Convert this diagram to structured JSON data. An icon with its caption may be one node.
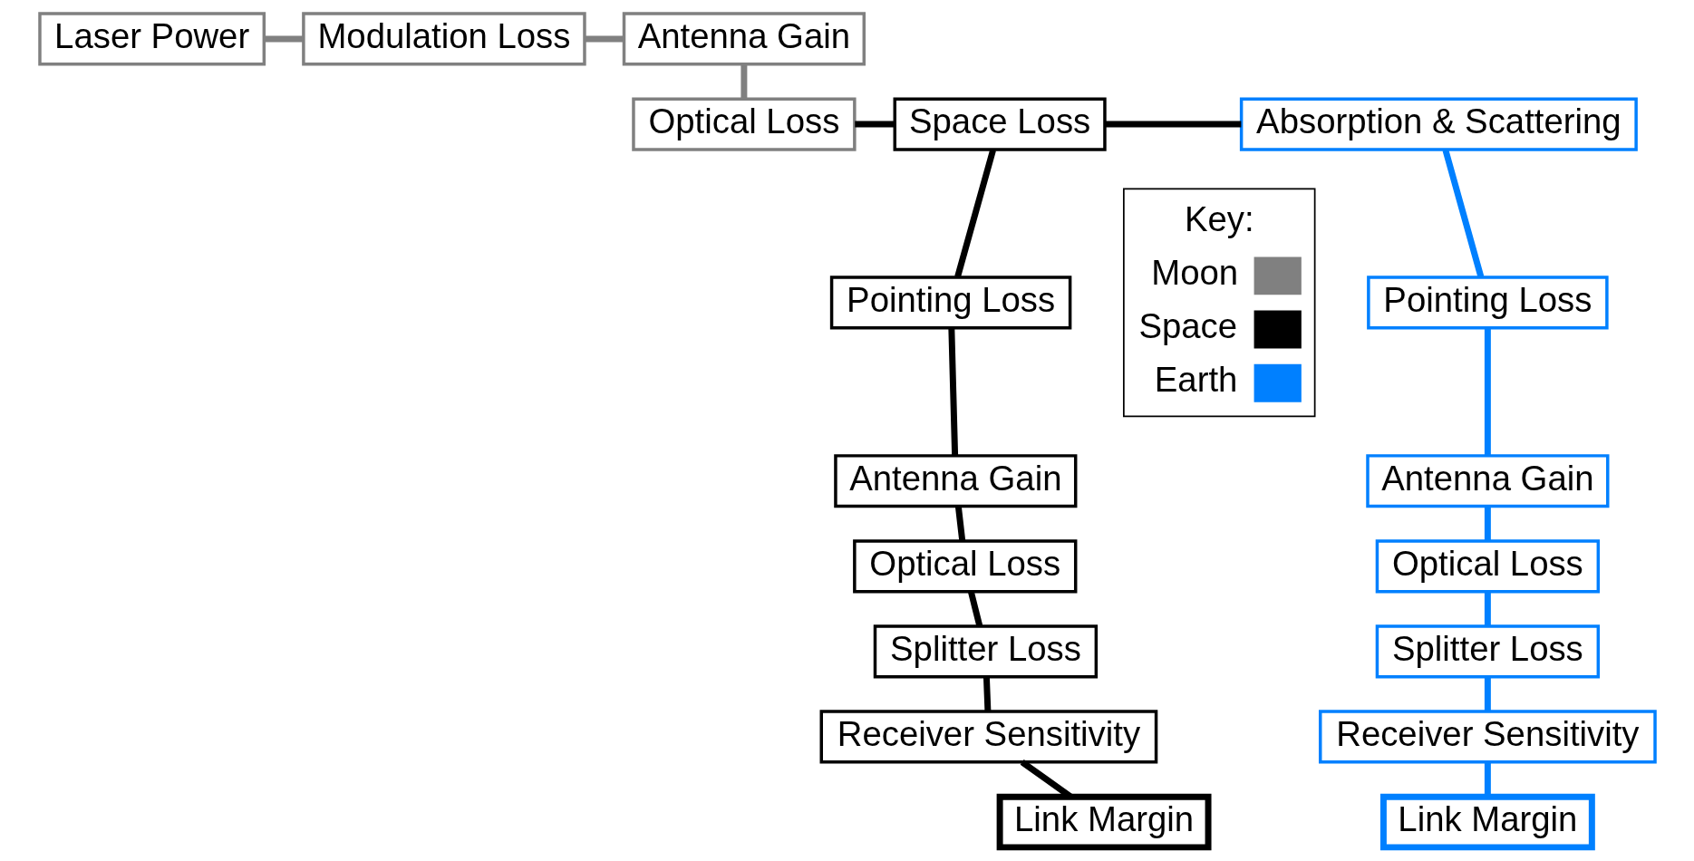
{
  "diagram": {
    "nodes": [
      {
        "text": [
          "Laser Power"
        ]
      },
      {
        "text": [
          "Modulation Loss"
        ]
      },
      {
        "text": [
          "Antenna Gain"
        ]
      },
      {
        "text": [
          "Absorption & Scattering"
        ]
      },
      {
        "text": [
          "Space Loss"
        ]
      },
      {
        "text": [
          "Optical Loss"
        ]
      },
      {
        "text": [
          "Pointing Loss"
        ]
      },
      {
        "text": [
          "Pointing Loss"
        ]
      },
      {
        "text": [
          "Antenna Gain"
        ]
      },
      {
        "text": [
          "Antenna Gain"
        ]
      },
      {
        "text": [
          "Optical Loss"
        ]
      },
      {
        "text": [
          "Optical Loss"
        ]
      },
      {
        "text": [
          "Splitter Loss"
        ]
      },
      {
        "text": [
          "Splitter Loss"
        ]
      },
      {
        "text": [
          "Receiver Sensitivity"
        ]
      },
      {
        "text": [
          "Receiver Sensitivity"
        ]
      },
      {
        "text": [
          "Link Margin"
        ]
      },
      {
        "text": [
          "Link Margin"
        ]
      }
    ],
    "edges": [
      {
        "from": 0,
        "to": 1,
        "arrow": "none",
        "color": "#808080"
      },
      {
        "from": 1,
        "to": 2,
        "arrow": "none",
        "color": "#808080"
      },
      {
        "from": 2,
        "to": 5,
        "arrow": "none",
        "color": "#808080"
      },
      {
        "from": 5,
        "to": 4,
        "arrow": "none"
      },
      {
        "from": 4,
        "to": 3,
        "arrow": "none"
      },
      {
        "from": 3,
        "to": 6,
        "arrow": "none",
        "color": "#0080ff"
      },
      {
        "from": 6,
        "to": 8,
        "arrow": "none",
        "color": "#0080ff"
      },
      {
        "from": 8,
        "to": 10,
        "arrow": "none",
        "color": "#0080ff"
      },
      {
        "from": 10,
        "to": 12,
        "arrow": "none",
        "color": "#0080ff"
      },
      {
        "from": 12,
        "to": 14,
        "arrow": "none",
        "color": "#0080ff"
      },
      {
        "from": 14,
        "to": 16,
        "arrow": "none",
        "color": "#0080ff"
      },
      {
        "from": 4,
        "to": 7,
        "arrow": "none"
      },
      {
        "from": 7,
        "to": 9,
        "arrow": "none"
      },
      {
        "from": 9,
        "to": 11,
        "arrow": "none"
      },
      {
        "from": 11,
        "to": 13,
        "arrow": "none"
      },
      {
        "from": 13,
        "to": 15,
        "arrow": "none"
      },
      {
        "from": 15,
        "to": 17,
        "arrow": "none"
      }
    ],
    "labels": [
      "Key:"
    ],
    "legend": [
      {
        "text": "Moon"
      },
      {
        "text": "Space"
      },
      {
        "text": "Earth"
      }
    ]
  }
}
